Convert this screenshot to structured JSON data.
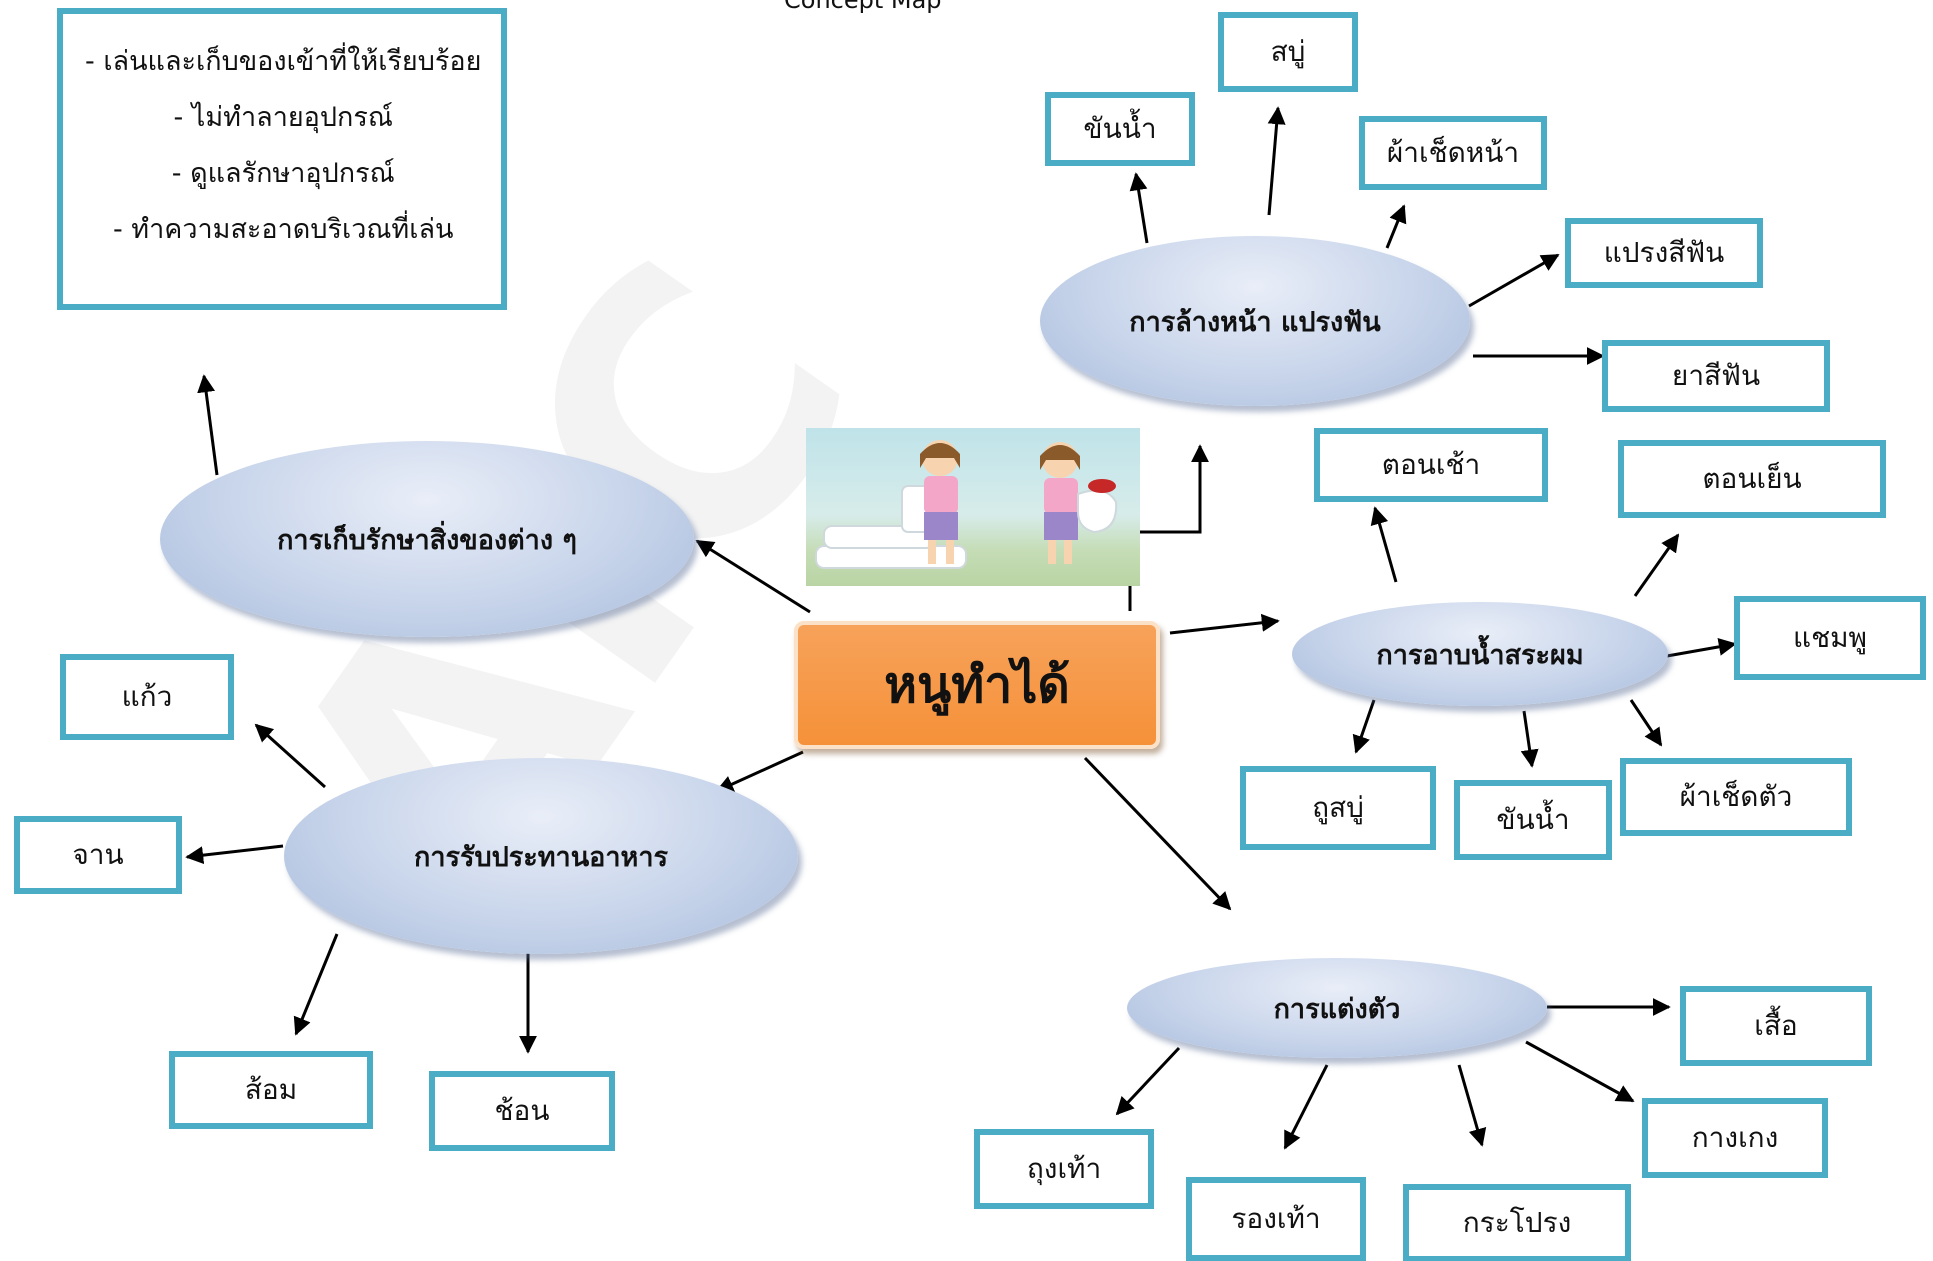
{
  "title": "Concept Map",
  "center": "หนูทำได้",
  "topics": {
    "wash": "การล้างหน้า แปรงฟัน",
    "store": "การเก็บรักษาสิ่งของต่าง ๆ",
    "bath": "การอาบน้ำสระผม",
    "eat": "การรับประทานอาหาร",
    "dress": "การแต่งตัว"
  },
  "items": {
    "wash": [
      "ขันน้ำ",
      "สบู่",
      "ผ้าเช็ดหน้า",
      "แปรงสีฟัน",
      "ยาสีฟัน"
    ],
    "bath": [
      "ตอนเช้า",
      "ตอนเย็น",
      "แชมพู",
      "ผ้าเช็ดตัว",
      "ขันน้ำ",
      "ถูสบู่"
    ],
    "eat": [
      "แก้ว",
      "จาน",
      "ส้อม",
      "ช้อน"
    ],
    "dress": [
      "เสื้อ",
      "กางเกง",
      "กระโปรง",
      "รองเท้า",
      "ถุงเท้า"
    ]
  },
  "store_items": [
    "- เล่นและเก็บของเข้าที่ให้เรียบร้อย",
    "- ไม่ทำลายอุปกรณ์",
    "- ดูแลรักษาอุปกรณ์",
    "- ทำความสะอาดบริเวณที่เล่น"
  ],
  "colors": {
    "box_border": "#4bacc6",
    "center_fill": "#f59139",
    "ellipse_fill": "#c7d4ea"
  }
}
